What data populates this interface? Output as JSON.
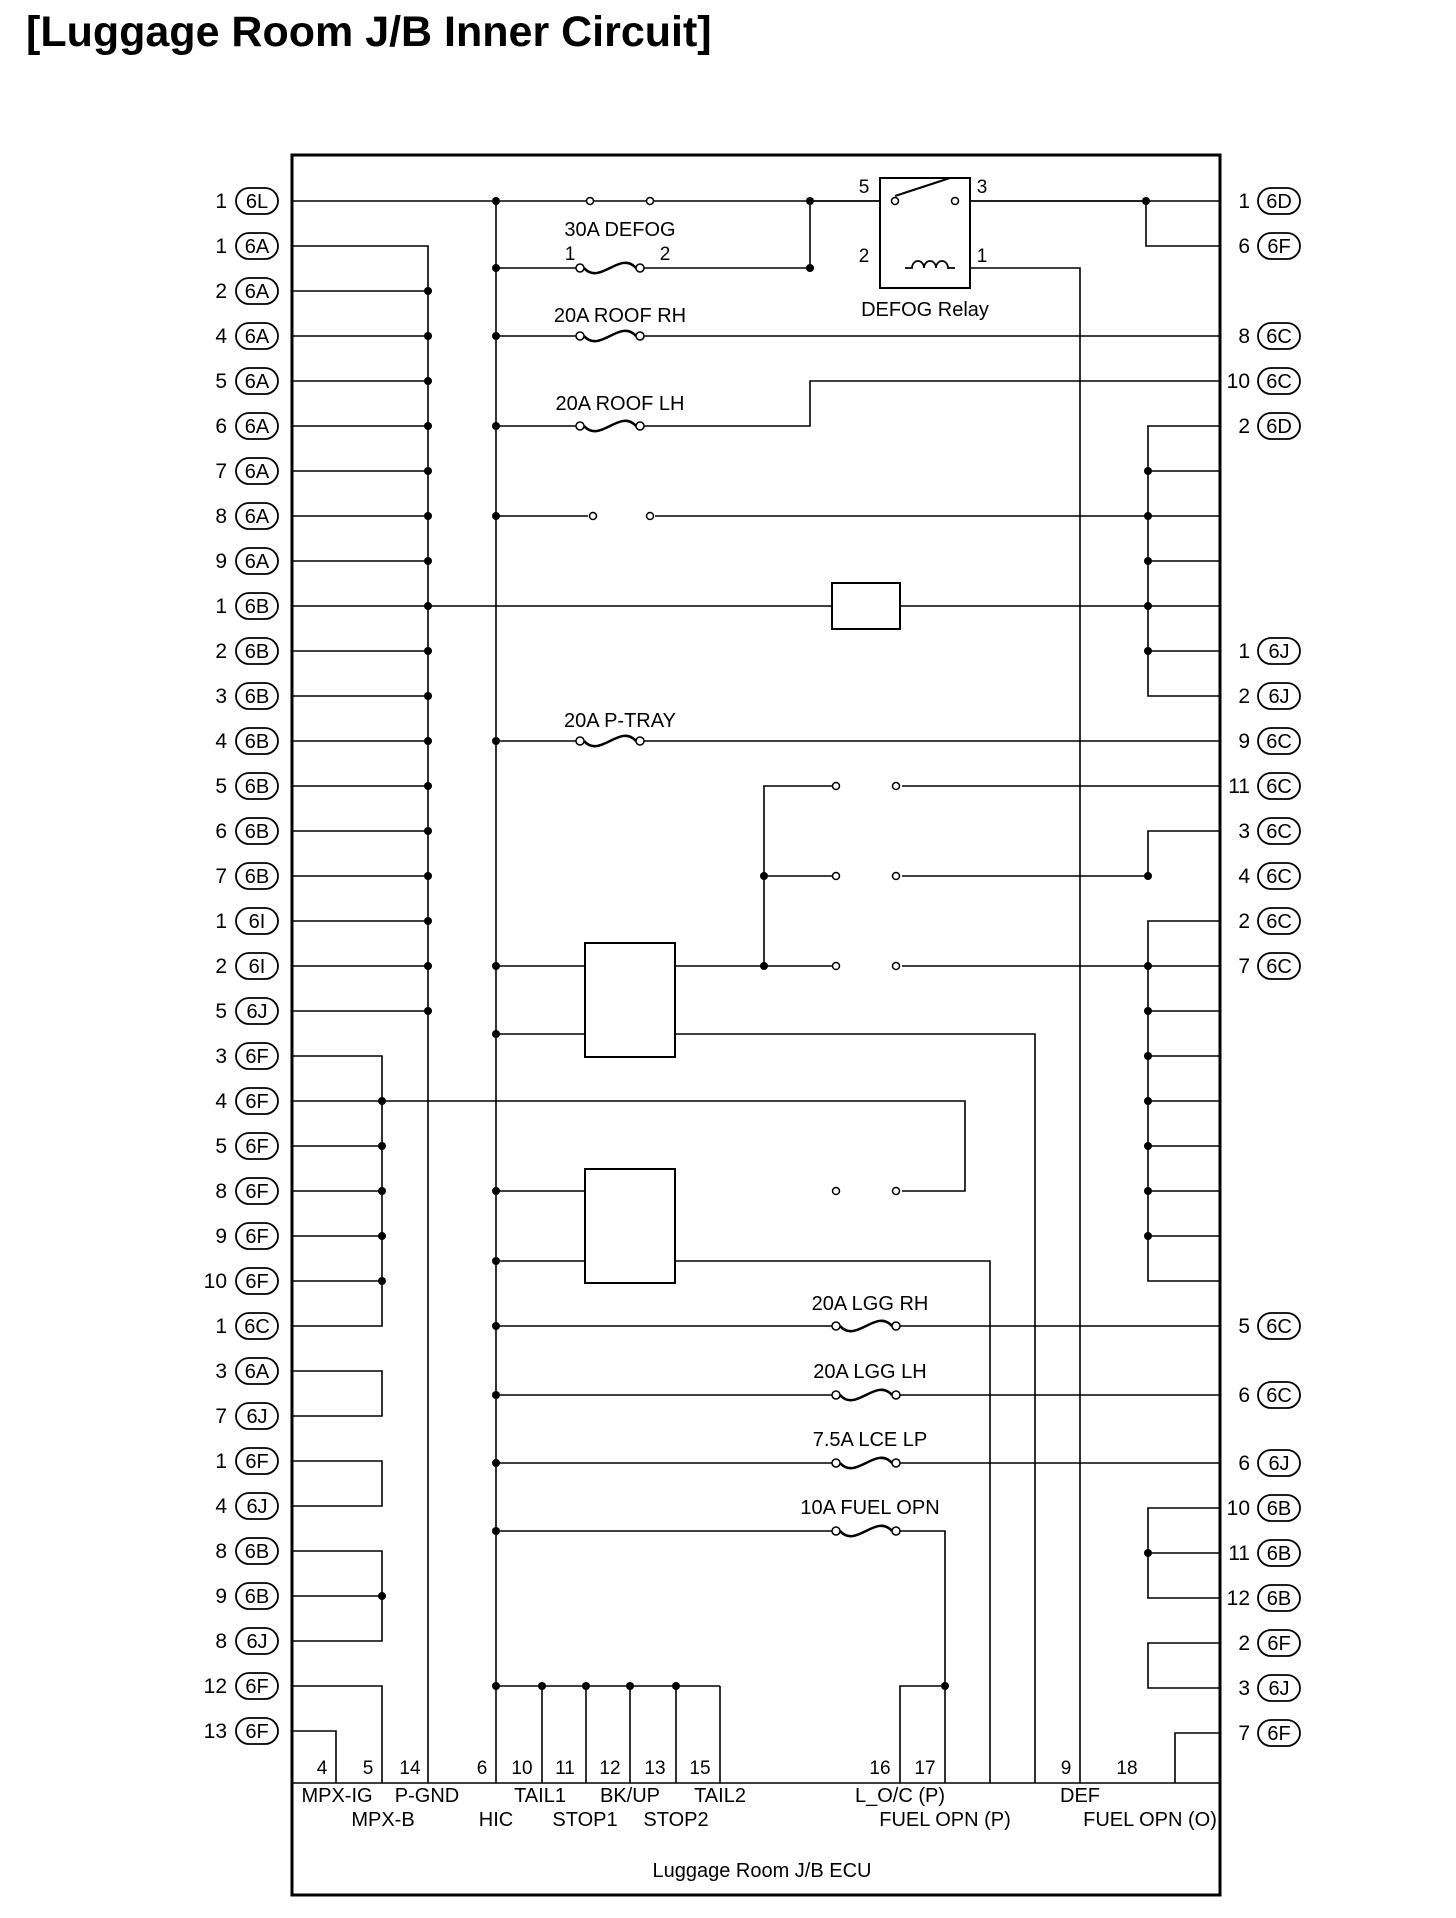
{
  "title": "[Luggage Room J/B Inner Circuit]",
  "left_pins": [
    {
      "num": "1",
      "conn": "6L"
    },
    {
      "num": "1",
      "conn": "6A"
    },
    {
      "num": "2",
      "conn": "6A"
    },
    {
      "num": "4",
      "conn": "6A"
    },
    {
      "num": "5",
      "conn": "6A"
    },
    {
      "num": "6",
      "conn": "6A"
    },
    {
      "num": "7",
      "conn": "6A"
    },
    {
      "num": "8",
      "conn": "6A"
    },
    {
      "num": "9",
      "conn": "6A"
    },
    {
      "num": "1",
      "conn": "6B"
    },
    {
      "num": "2",
      "conn": "6B"
    },
    {
      "num": "3",
      "conn": "6B"
    },
    {
      "num": "4",
      "conn": "6B"
    },
    {
      "num": "5",
      "conn": "6B"
    },
    {
      "num": "6",
      "conn": "6B"
    },
    {
      "num": "7",
      "conn": "6B"
    },
    {
      "num": "1",
      "conn": "6I"
    },
    {
      "num": "2",
      "conn": "6I"
    },
    {
      "num": "5",
      "conn": "6J"
    },
    {
      "num": "3",
      "conn": "6F"
    },
    {
      "num": "4",
      "conn": "6F"
    },
    {
      "num": "5",
      "conn": "6F"
    },
    {
      "num": "8",
      "conn": "6F"
    },
    {
      "num": "9",
      "conn": "6F"
    },
    {
      "num": "10",
      "conn": "6F"
    },
    {
      "num": "1",
      "conn": "6C"
    },
    {
      "num": "3",
      "conn": "6A"
    },
    {
      "num": "7",
      "conn": "6J"
    },
    {
      "num": "1",
      "conn": "6F"
    },
    {
      "num": "4",
      "conn": "6J"
    },
    {
      "num": "8",
      "conn": "6B"
    },
    {
      "num": "9",
      "conn": "6B"
    },
    {
      "num": "8",
      "conn": "6J"
    },
    {
      "num": "12",
      "conn": "6F"
    },
    {
      "num": "13",
      "conn": "6F"
    }
  ],
  "right_pins": [
    {
      "num": "1",
      "conn": "6D"
    },
    {
      "num": "6",
      "conn": "6F"
    },
    {
      "num": "8",
      "conn": "6C"
    },
    {
      "num": "10",
      "conn": "6C"
    },
    {
      "num": "2",
      "conn": "6D"
    },
    {
      "num": "1",
      "conn": "6J"
    },
    {
      "num": "2",
      "conn": "6J"
    },
    {
      "num": "9",
      "conn": "6C"
    },
    {
      "num": "11",
      "conn": "6C"
    },
    {
      "num": "3",
      "conn": "6C"
    },
    {
      "num": "4",
      "conn": "6C"
    },
    {
      "num": "2",
      "conn": "6C"
    },
    {
      "num": "7",
      "conn": "6C"
    },
    {
      "num": "5",
      "conn": "6C"
    },
    {
      "num": "6",
      "conn": "6C"
    },
    {
      "num": "6",
      "conn": "6J"
    },
    {
      "num": "10",
      "conn": "6B"
    },
    {
      "num": "11",
      "conn": "6B"
    },
    {
      "num": "12",
      "conn": "6B"
    },
    {
      "num": "2",
      "conn": "6F"
    },
    {
      "num": "3",
      "conn": "6J"
    },
    {
      "num": "7",
      "conn": "6F"
    }
  ],
  "fuses": [
    "30A DEFOG",
    "20A ROOF RH",
    "20A ROOF LH",
    "20A P-TRAY",
    "20A LGG RH",
    "20A LGG LH",
    "7.5A LCE LP",
    "10A FUEL OPN"
  ],
  "defog_fuse_terminals": [
    "1",
    "2"
  ],
  "relay": {
    "label": "DEFOG Relay",
    "terminals": [
      "5",
      "3",
      "2",
      "1"
    ]
  },
  "ecu": {
    "label": "Luggage Room J/B ECU",
    "terminals": [
      "4",
      "5",
      "14",
      "6",
      "10",
      "11",
      "12",
      "13",
      "15",
      "16",
      "17",
      "9",
      "18"
    ],
    "signals": [
      "MPX-IG",
      "P-GND",
      "TAIL1",
      "BK/UP",
      "TAIL2",
      "L_O/C (P)",
      "DEF",
      "MPX-B",
      "HIC",
      "STOP1",
      "STOP2",
      "FUEL OPN (P)",
      "FUEL OPN (O)"
    ]
  }
}
